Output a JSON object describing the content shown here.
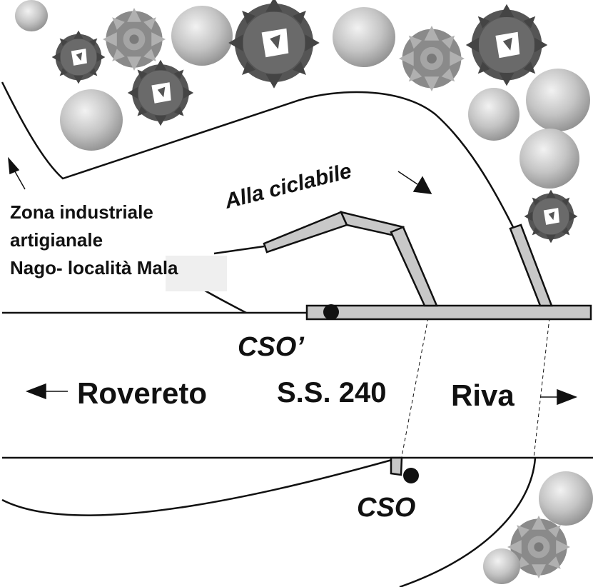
{
  "labels": {
    "zone_line1": "Zona industriale",
    "zone_line2": "artigianale",
    "zone_line3": "Nago- località Mala",
    "cycle_path": "Alla ciclabile",
    "cso_prime": "CSO’",
    "cso": "CSO",
    "rovereto": "Rovereto",
    "road": "S.S. 240",
    "riva": "Riva"
  },
  "colors": {
    "line": "#111111",
    "pipe_fill": "#c8c8c8",
    "tree_dark": "#595959",
    "tree_light": "#9a9a9a",
    "bush": "#bdbdbd"
  }
}
